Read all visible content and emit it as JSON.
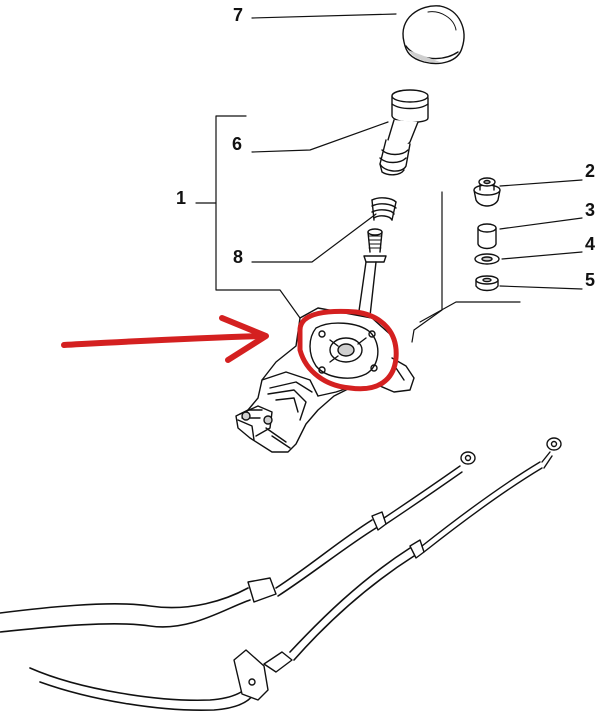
{
  "callouts": {
    "c1": "1",
    "c2": "2",
    "c3": "3",
    "c4": "4",
    "c5": "5",
    "c6": "6",
    "c7": "7",
    "c8": "8"
  },
  "colors": {
    "line": "#111111",
    "highlight": "#d42020",
    "fill": "#ffffff",
    "shade": "#cfcfcf"
  }
}
